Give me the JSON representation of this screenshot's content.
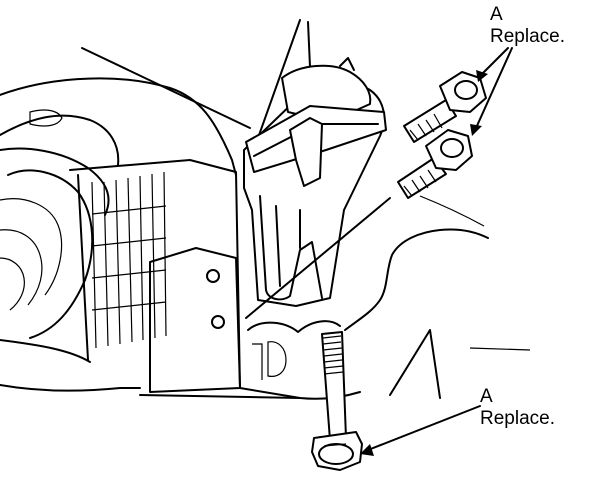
{
  "callouts": {
    "top": {
      "letter": "A",
      "text": "Replace."
    },
    "bottom": {
      "letter": "A",
      "text": "Replace."
    }
  },
  "colors": {
    "ink": "#000000",
    "paper": "#ffffff"
  }
}
